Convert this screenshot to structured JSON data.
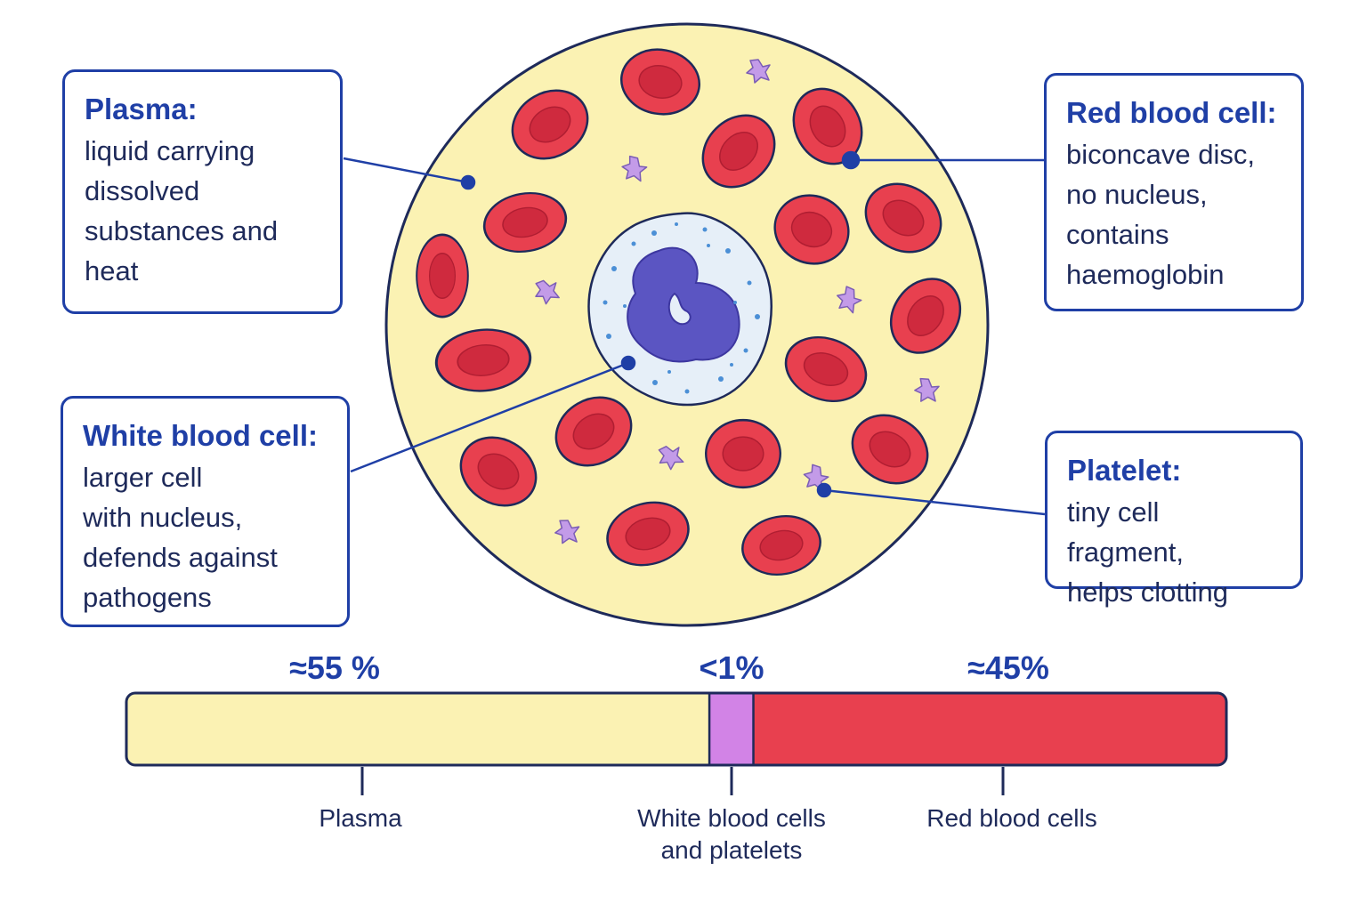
{
  "callouts": {
    "plasma": {
      "title": "Plasma:",
      "text": "liquid carrying\ndissolved\nsubstances and\nheat"
    },
    "red_blood_cell": {
      "title": "Red blood cell:",
      "text": "biconcave disc,\nno nucleus,\ncontains\nhaemoglobin"
    },
    "white_blood_cell": {
      "title": "White blood cell:",
      "text": "larger cell\nwith nucleus,\ndefends against\npathogens"
    },
    "platelet": {
      "title": "Platelet:",
      "text": "tiny cell fragment,\nhelps clotting"
    }
  },
  "composition": {
    "segments": [
      {
        "key": "plasma",
        "percent_label": "≈55 %",
        "label": "Plasma",
        "fraction": 0.53
      },
      {
        "key": "wbc_platelets",
        "percent_label": "<1%",
        "label": "White blood cells\nand platelets",
        "fraction": 0.04
      },
      {
        "key": "rbc",
        "percent_label": "≈45%",
        "label": "Red blood cells",
        "fraction": 0.43
      }
    ]
  },
  "colors": {
    "plasma": "#fbf2b3",
    "red_cell": "#e8404f",
    "red_cell_inner": "#cf2a3e",
    "platelet": "#c39be8",
    "wbc_cytoplasm": "#e6eff8",
    "wbc_nucleus": "#5b55c2",
    "wbc_bar": "#d283e6",
    "outline": "#1e2a5a",
    "accent": "#1f3fa6"
  }
}
